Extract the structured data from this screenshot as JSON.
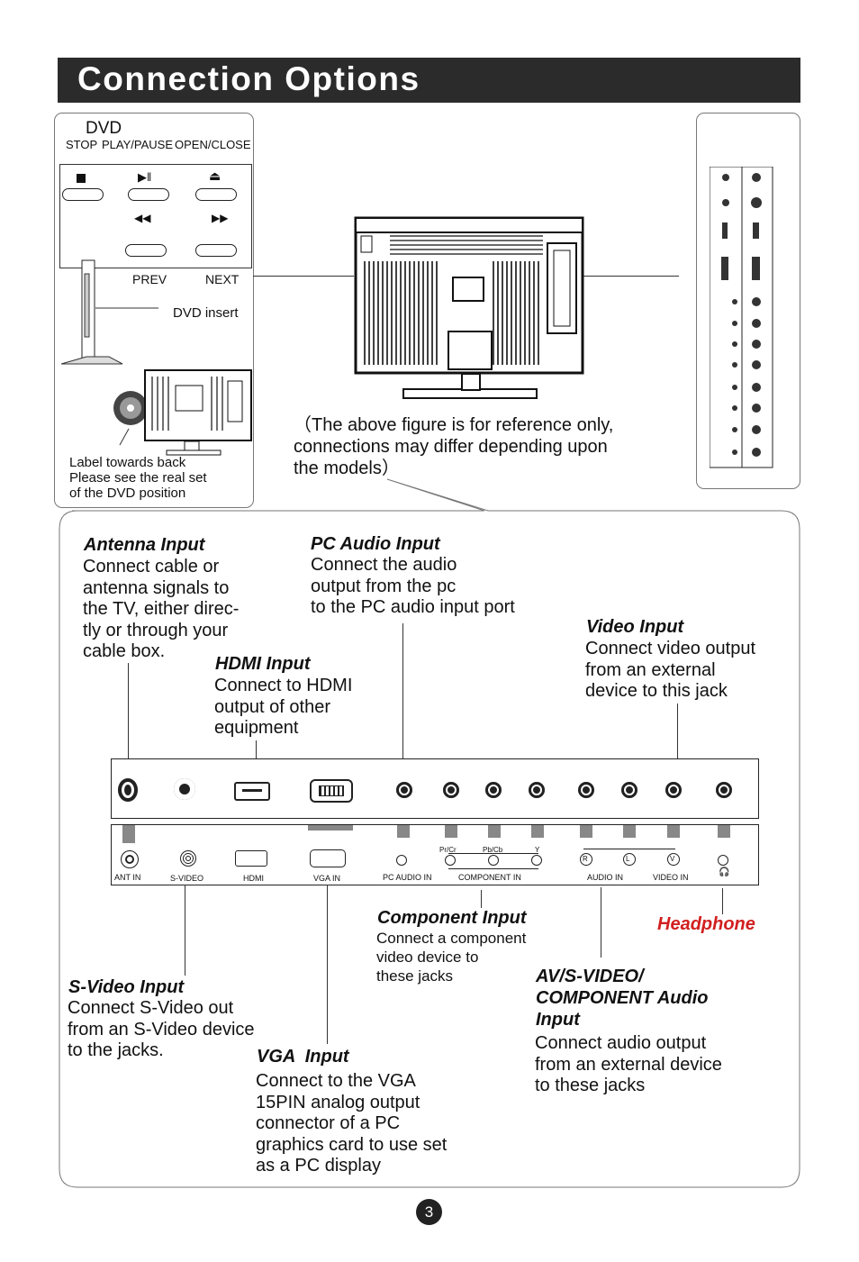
{
  "title": "Connection Options",
  "dvd_panel": {
    "heading": "DVD",
    "stop": "STOP",
    "play_pause": "PLAY/PAUSE",
    "open_close": "OPEN/CLOSE",
    "prev": "PREV",
    "next": "NEXT",
    "insert": "DVD insert",
    "note_line1": "Label towards back",
    "note_line2": "Please see the real set",
    "note_line3": "of the DVD position"
  },
  "reference_note": "（The above figure is for reference only,\nconnections may differ depending upon\nthe models）",
  "ports": {
    "ant": "ANT IN",
    "svideo": "S-VIDEO",
    "hdmi": "HDMI",
    "vga": "VGA IN",
    "pc_audio": "PC AUDIO IN",
    "component": "COMPONENT IN",
    "pr": "Pr/Cr",
    "pb": "Pb/Cb",
    "y": "Y",
    "audio_in": "AUDIO IN",
    "video_in": "VIDEO IN",
    "r": "R",
    "l": "L",
    "v": "V"
  },
  "callouts": {
    "antenna": {
      "title": "Antenna Input",
      "text": "Connect cable or\nantenna signals to\nthe TV, either direc-\ntly or through your\ncable box."
    },
    "pc_audio": {
      "title": "PC Audio Input",
      "text": "Connect the audio\noutput from the pc\nto the PC audio input port"
    },
    "video": {
      "title": "Video Input",
      "text": "Connect video output\nfrom an external\ndevice to this jack"
    },
    "hdmi": {
      "title": "HDMI Input",
      "text": "Connect to HDMI\noutput of other\nequipment"
    },
    "component": {
      "title": "Component Input",
      "text": "Connect a component\nvideo device to\nthese jacks"
    },
    "headphone": {
      "title": "Headphone"
    },
    "svideo": {
      "title": "S-Video Input",
      "text": "Connect S-Video out\nfrom an S-Video device\nto the jacks."
    },
    "av_audio": {
      "title": "AV/S-VIDEO/\nCOMPONENT Audio\nInput",
      "text": "Connect audio output\nfrom an external device\nto these jacks"
    },
    "vga": {
      "title": "VGA  Input",
      "text": "Connect to the VGA\n15PIN analog output\nconnector of a PC\ngraphics card to use set\nas a PC display"
    }
  },
  "page_number": "3"
}
